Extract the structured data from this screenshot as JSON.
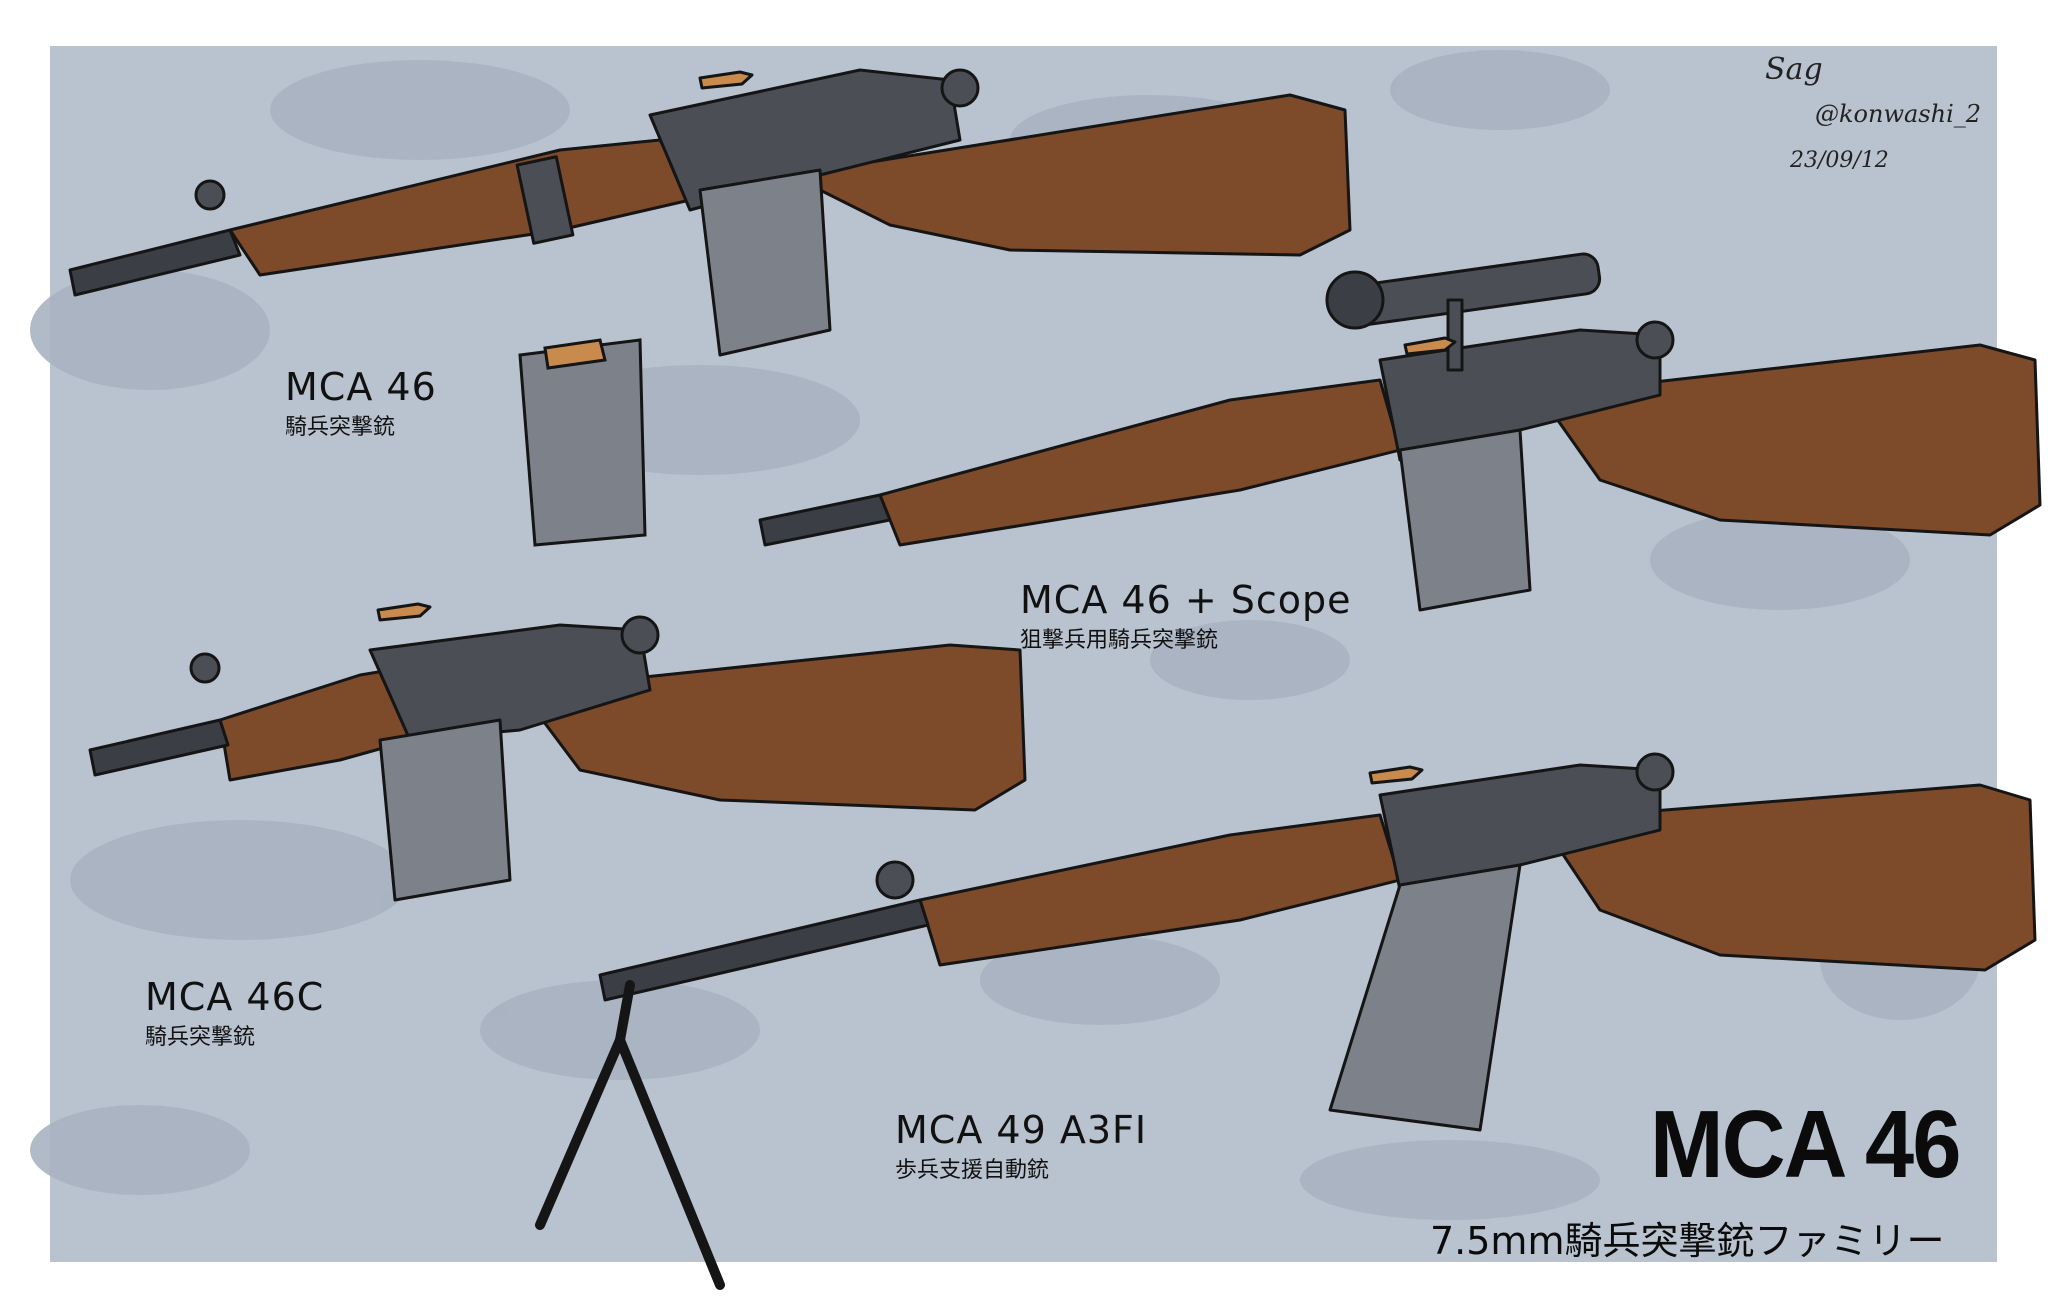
{
  "colors": {
    "background": "#b9c3cf",
    "camo": "#a7b2c0",
    "wood": "#7d4a2a",
    "wood_dark": "#5e3620",
    "metal": "#4b4f55",
    "metal_light": "#7d828a",
    "brass": "#c98a4e",
    "outline": "#151515"
  },
  "rifles": [
    {
      "name": "MCA 46",
      "subtitle": "騎兵突撃銃"
    },
    {
      "name": "MCA 46 + Scope",
      "subtitle": "狙撃兵用騎兵突撃銃"
    },
    {
      "name": "MCA 46C",
      "subtitle": "騎兵突撃銃"
    },
    {
      "name": "MCA 49 A3FI",
      "subtitle": "歩兵支援自動銃"
    }
  ],
  "title": {
    "main": "MCA 46",
    "sub": "7.5mm騎兵突撃銃ファミリー"
  },
  "signature": {
    "name": "Sag",
    "handle": "@konwashi_2",
    "date": "23/09/12"
  }
}
